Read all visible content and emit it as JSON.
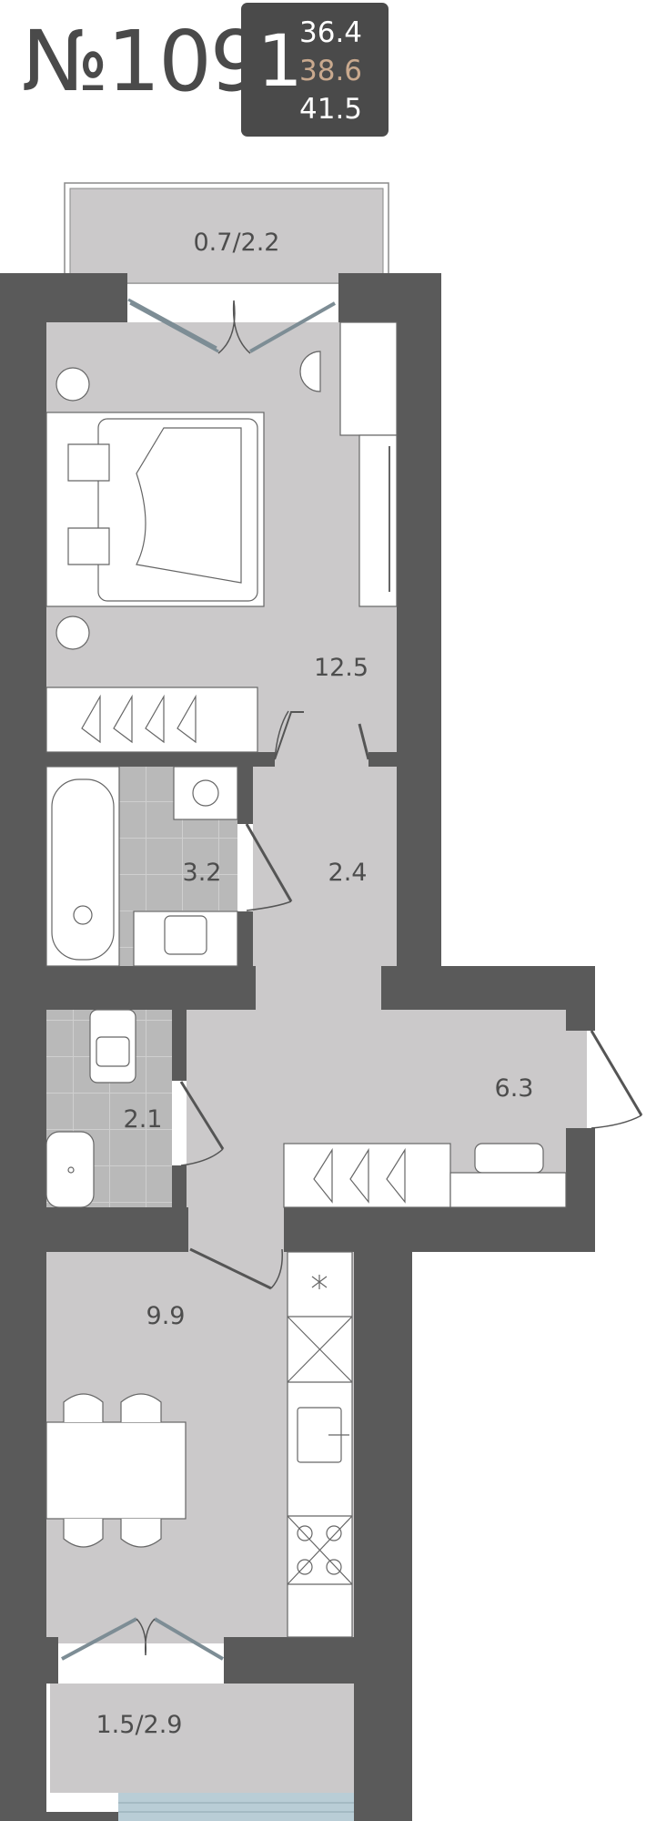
{
  "header": {
    "apartment_number": "№109",
    "rooms_count": "1",
    "areas": [
      "36.4",
      "38.6",
      "41.5"
    ]
  },
  "colors": {
    "wall": "#5a5a5a",
    "floor": "#cbc9ca",
    "tile": "#b9b9b9",
    "accent": "#c9a98e",
    "glass": "#b9cdd6"
  },
  "rooms": {
    "balcony_top": "0.7/2.2",
    "bedroom": "12.5",
    "bathroom": "3.2",
    "corridor": "2.4",
    "hall": "6.3",
    "toilet": "2.1",
    "kitchen": "9.9",
    "balcony_bottom": "1.5/2.9"
  }
}
